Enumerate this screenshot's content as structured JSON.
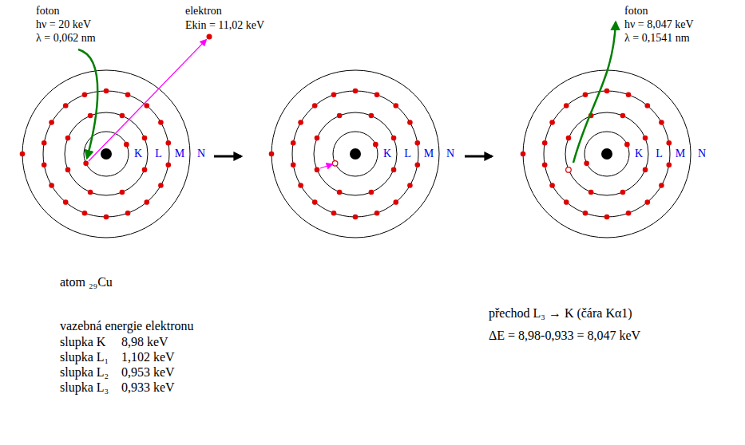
{
  "diagram": {
    "labels": [
      "foton",
      "hν = 20 keV",
      "λ = 0,062 nm",
      "elektron",
      "Ekin = 11,02 keV",
      "K",
      "L",
      "M",
      "N",
      "K",
      "L",
      "M",
      "N",
      "K",
      "L",
      "M",
      "N",
      "foton",
      "hν = 8,047 keV",
      "λ = 0,1541 nm",
      "atom ₂₉Cu",
      "vazebná energie elektronu",
      "slupka K",
      "8,98 keV",
      "slupka L₁",
      "1,102 keV",
      "slupka L₂",
      "0,953 keV",
      "slupka L₃",
      "0,933 keV",
      "přechod L₃ → K (čára Kα1)",
      "ΔE = 8,98-0,933 = 8,047 keV"
    ]
  }
}
